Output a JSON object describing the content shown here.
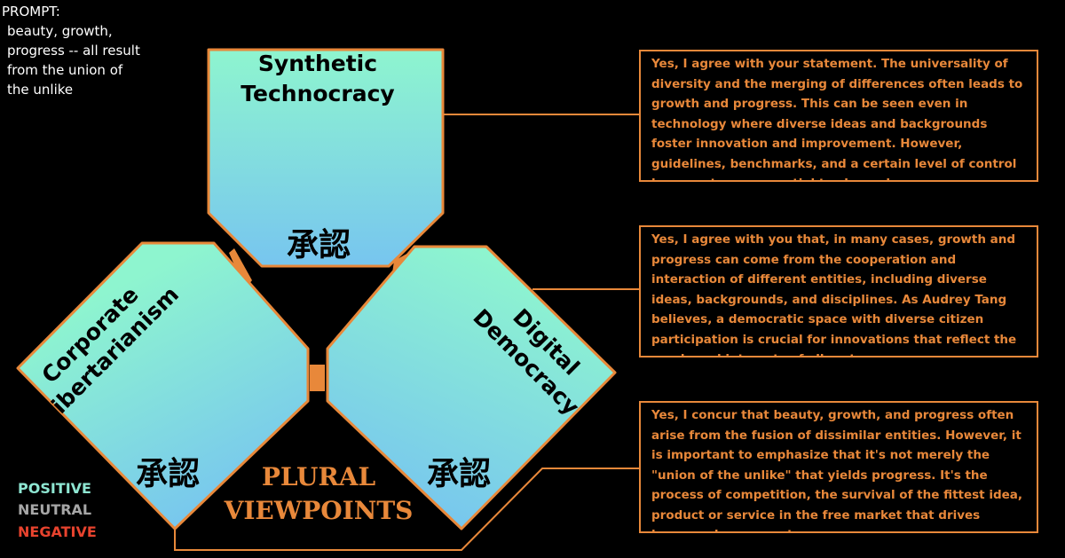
{
  "prompt": {
    "label": "PROMPT:",
    "text": "beauty, growth, progress -- all result from the union of the unlike"
  },
  "perspectives": [
    {
      "name": "Synthetic Technocracy",
      "line1": "Synthetic",
      "line2": "Technocracy",
      "stance": "承認"
    },
    {
      "name": "Corporate Libertarianism",
      "line1": "Corporate",
      "line2": "Libertarianism",
      "stance": "承認"
    },
    {
      "name": "Digital Democracy",
      "line1": "Digital",
      "line2": "Democracy",
      "stance": "承認"
    }
  ],
  "center_label": {
    "line1": "PLURAL",
    "line2": "VIEWPOINTS"
  },
  "responses": [
    "Yes, I agree with your statement. The universality of diversity and the merging of differences often leads to growth and progress. This can be seen even in technology where diverse ideas and backgrounds foster innovation and improvement. However, guidelines, benchmarks, and a certain level of control by experts are essential to channel",
    "Yes, I agree with you that, in many cases, growth and progress can come from the cooperation and interaction of different entities, including diverse ideas, backgrounds, and disciplines. As Audrey Tang believes, a democratic space with diverse citizen participation is crucial for innovations that reflect the needs and interests of all, not",
    "Yes, I concur that beauty, growth, and progress often arise from the fusion of dissimilar entities. However, it is important to emphasize that it's not merely the \"union of the unlike\" that yields progress. It's the process of competition, the survival of the fittest idea, product or service in the free market that drives human advancement."
  ],
  "legend": [
    {
      "label": "POSITIVE",
      "color": "#8ee6d2"
    },
    {
      "label": "NEUTRAL",
      "color": "#a6a6a6"
    },
    {
      "label": "NEGATIVE",
      "color": "#e8432e"
    }
  ],
  "colors": {
    "accent": "#e8883a",
    "gradient_top": "#8ef5cf",
    "gradient_bottom": "#77c5ef"
  }
}
